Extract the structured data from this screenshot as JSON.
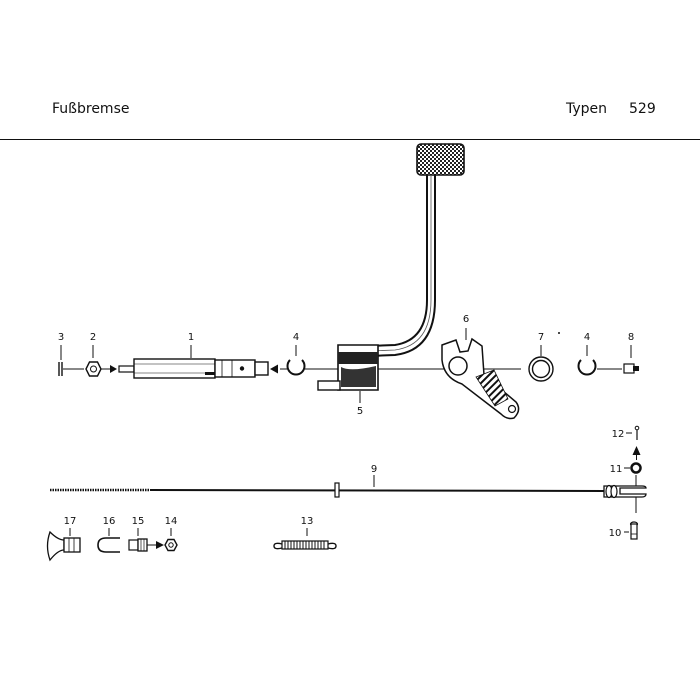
{
  "header": {
    "title": "Fußbremse",
    "type_label": "Typen",
    "type_number": "529"
  },
  "parts": [
    {
      "id": "p3",
      "number": "3"
    },
    {
      "id": "p2",
      "number": "2"
    },
    {
      "id": "p1",
      "number": "1"
    },
    {
      "id": "p4a",
      "number": "4"
    },
    {
      "id": "p5",
      "number": "5"
    },
    {
      "id": "p6",
      "number": "6"
    },
    {
      "id": "p7",
      "number": "7"
    },
    {
      "id": "p4b",
      "number": "4"
    },
    {
      "id": "p8",
      "number": "8"
    },
    {
      "id": "p12",
      "number": "12"
    },
    {
      "id": "p11",
      "number": "11"
    },
    {
      "id": "p9",
      "number": "9"
    },
    {
      "id": "p10",
      "number": "10"
    },
    {
      "id": "p17",
      "number": "17"
    },
    {
      "id": "p16",
      "number": "16"
    },
    {
      "id": "p15",
      "number": "15"
    },
    {
      "id": "p14",
      "number": "14"
    },
    {
      "id": "p13",
      "number": "13"
    }
  ]
}
